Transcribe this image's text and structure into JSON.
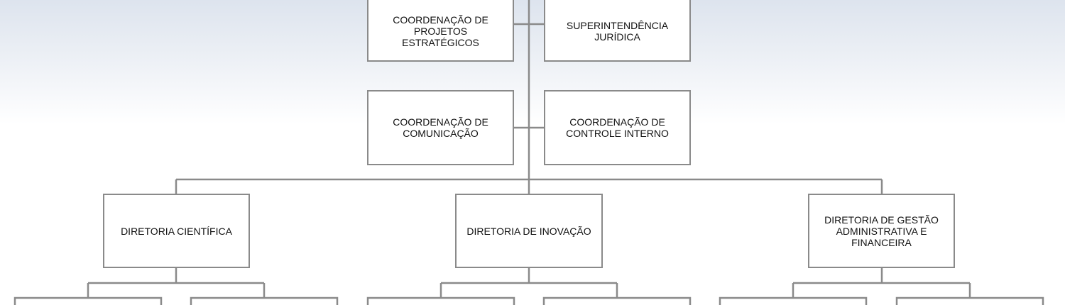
{
  "colors": {
    "line": "#8a8a8a",
    "box_border": "#8a8a8a",
    "box_fill": "#ffffff",
    "text": "#111111"
  },
  "staff_units": {
    "projetos_estrategicos": "COORDENAÇÃO DE PROJETOS ESTRATÉGICOS",
    "juridica": "SUPERINTENDÊNCIA JURÍDICA",
    "comunicacao": "COORDENAÇÃO DE COMUNICAÇÃO",
    "controle_interno": "COORDENAÇÃO DE CONTROLE INTERNO"
  },
  "directorates": {
    "cientifica": "DIRETORIA CIENTÍFICA",
    "inovacao": "DIRETORIA DE INOVAÇÃO",
    "gestao": "DIRETORIA DE GESTÃO ADMINISTRATIVA E FINANCEIRA"
  }
}
